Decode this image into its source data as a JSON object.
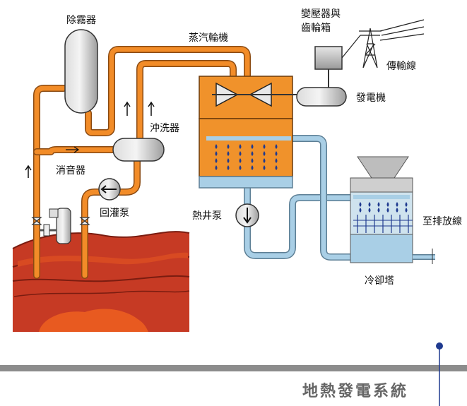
{
  "labels": {
    "demister": "除霧器",
    "steam_turbine": "蒸汽輪機",
    "transformer_gearbox_line1": "變壓器與",
    "transformer_gearbox_line2": "齒輪箱",
    "transmission_line": "傳輸線",
    "generator": "發電機",
    "scrubber": "沖洗器",
    "silencer": "消音器",
    "reinjection_pump": "回灌泵",
    "hotwell_pump": "熱井泵",
    "to_discharge": "至排放線",
    "cooling_tower": "冷卻塔"
  },
  "caption": "地熱發電系統",
  "colors": {
    "steam_pipe": "#F28C28",
    "water_pipe": "#A9CFE6",
    "condenser": "#F0922B",
    "earth_dark": "#C0392B",
    "earth_mid": "#E34A1E",
    "equipment_gray": "#BDBDBD",
    "accent_blue": "#1F3A8F",
    "bar_gray": "#8C8C8C"
  }
}
